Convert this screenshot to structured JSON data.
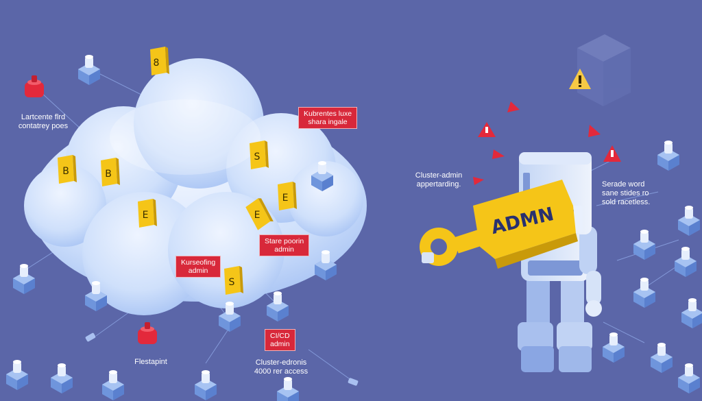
{
  "labels": {
    "top_left": [
      "Lartcente flrd",
      "contatrey poes"
    ],
    "cluster_admin": [
      "Cluster-admin",
      "appertarding."
    ],
    "right_side": [
      "Serade word",
      "sane stides ro",
      "sold racetless."
    ],
    "bottom_left": "Flestapint",
    "bottom_center": [
      "Cluster-edronis",
      "4000 rer access"
    ]
  },
  "tags": {
    "top": [
      "Kubrentes luxe",
      "shara ingale"
    ],
    "middle": [
      "Stare poorin",
      "admin"
    ],
    "left": [
      "Kurseofing",
      "admin"
    ],
    "bottom": [
      "CI/CD",
      "admin"
    ]
  },
  "key": {
    "label": "ADMN"
  },
  "file_letters": [
    "8",
    "B",
    "B",
    "E",
    "S",
    "E",
    "S",
    "E"
  ],
  "colors": {
    "background": "#5b66a8",
    "cloud": "#cfe0fb",
    "tag_red": "#d8283a",
    "key_yellow": "#f5c518",
    "node_blue": "#7aa2e6",
    "warning_red": "#e3293b",
    "warning_yellow": "#f6c945"
  }
}
